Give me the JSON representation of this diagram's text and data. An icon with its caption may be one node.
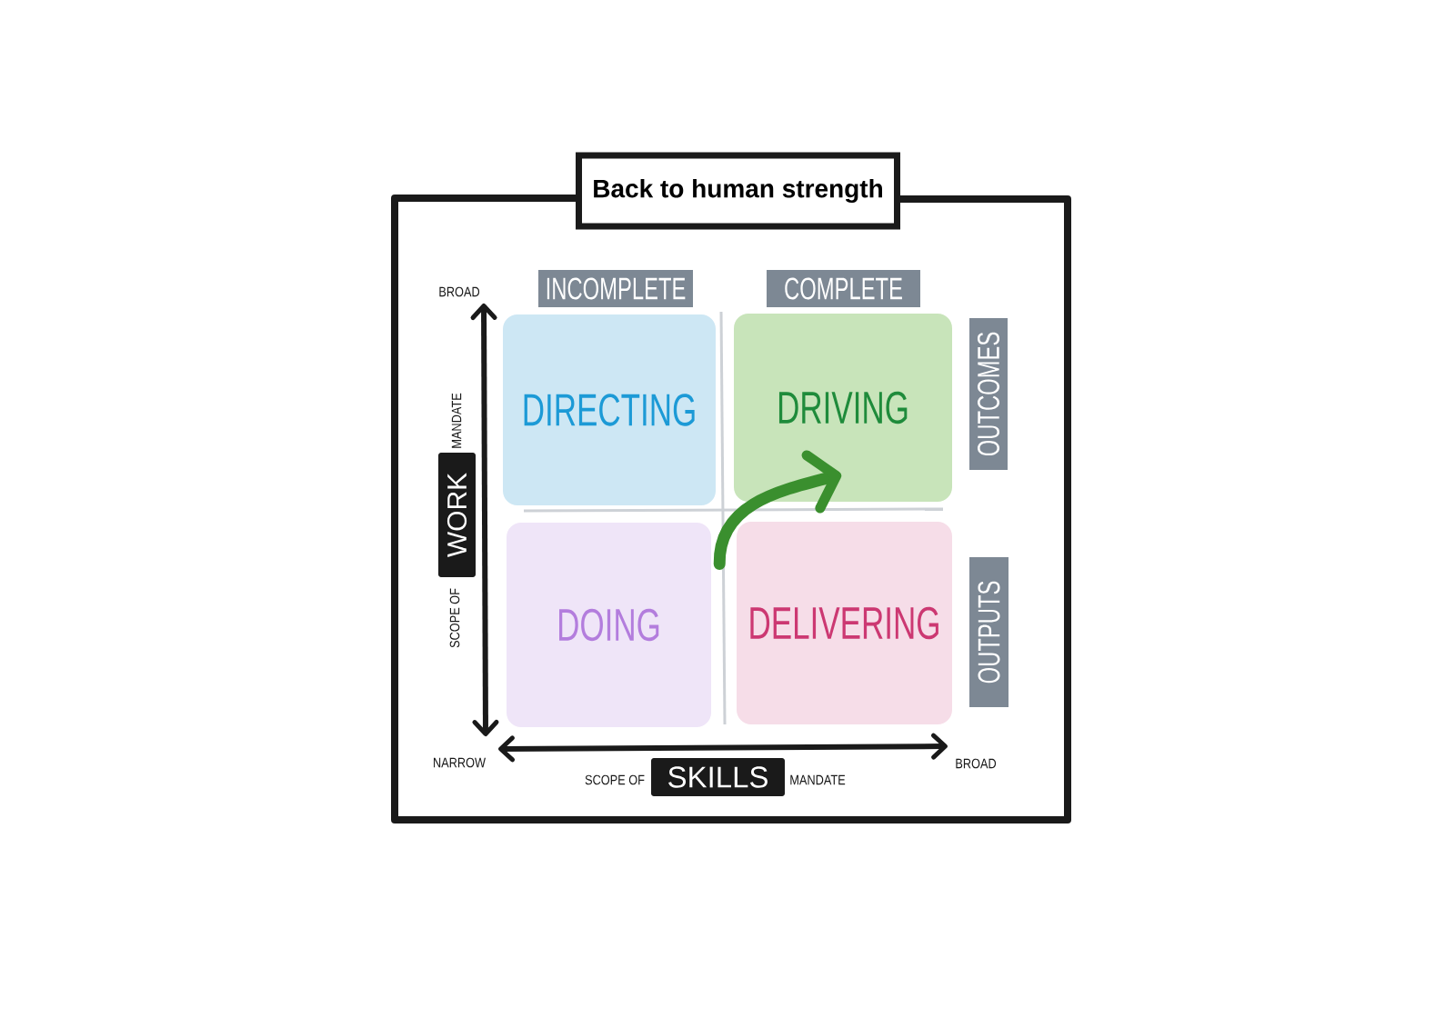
{
  "diagram": {
    "title": "Back to human strength",
    "nodes": [
      {
        "text": [
          "INCOMPLETE"
        ]
      },
      {
        "text": [
          "COMPLETE"
        ]
      },
      {
        "text": [
          "WORK"
        ],
        "beside": [
          "SCOPE OF",
          "MANDATE"
        ]
      },
      {
        "text": [
          "DIRECTING"
        ]
      },
      {
        "text": [
          "DRIVING"
        ]
      },
      {
        "text": [
          "OUTCOMES"
        ]
      },
      {
        "text": [
          "DOING"
        ]
      },
      {
        "text": [
          "DELIVERING"
        ]
      },
      {
        "text": [
          "OUTPUTS"
        ]
      },
      {
        "text": [
          "SKILLS"
        ],
        "beside": [
          "SCOPE OF",
          "MANDATE"
        ]
      }
    ],
    "edges": [
      {
        "from": 6,
        "to": 4,
        "arrow": "to",
        "color": "#3a8f2e"
      }
    ],
    "labels": [
      "BROAD",
      "NARROW",
      "BROAD"
    ]
  }
}
